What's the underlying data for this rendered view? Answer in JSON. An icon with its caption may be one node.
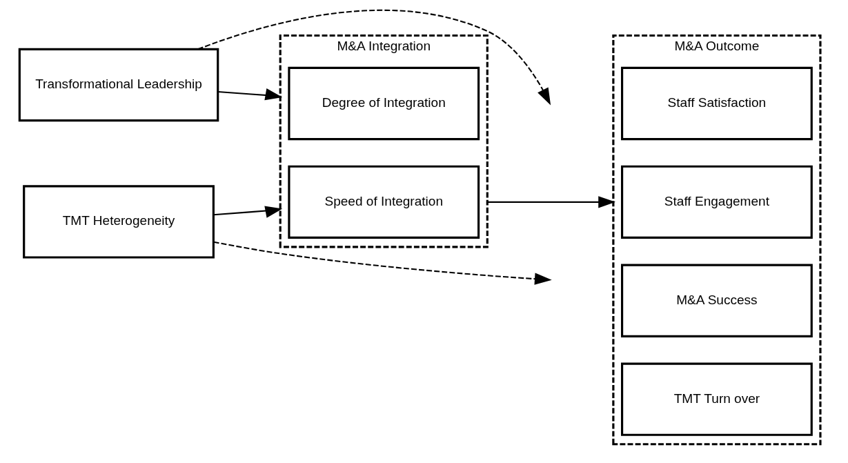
{
  "diagram": {
    "nodes": [
      {
        "text": [
          "Transformational Leadership"
        ]
      },
      {
        "text": [
          "TMT Heterogeneity"
        ]
      },
      {
        "text": [
          "M&A Integration"
        ]
      },
      {
        "text": [
          "Degree of Integration"
        ],
        "in": 2
      },
      {
        "text": [
          "Speed of Integration"
        ],
        "in": 2
      },
      {
        "text": [
          "M&A Outcome"
        ]
      },
      {
        "text": [
          "Staff Satisfaction"
        ],
        "in": 5
      },
      {
        "text": [
          "Staff Engagement"
        ],
        "in": 5
      },
      {
        "text": [
          "M&A Success"
        ],
        "in": 5
      },
      {
        "text": [
          "TMT Turn over"
        ],
        "in": 5
      }
    ],
    "edges": [
      {
        "from": 0,
        "to": null,
        "arrow": "to",
        "style": "dashed"
      },
      {
        "from": 0,
        "to": 2,
        "arrow": "to"
      },
      {
        "from": 1,
        "to": 2,
        "arrow": "to"
      },
      {
        "from": 2,
        "to": 5,
        "arrow": "to"
      },
      {
        "from": 1,
        "to": null,
        "arrow": "to",
        "style": "dashed"
      }
    ]
  }
}
